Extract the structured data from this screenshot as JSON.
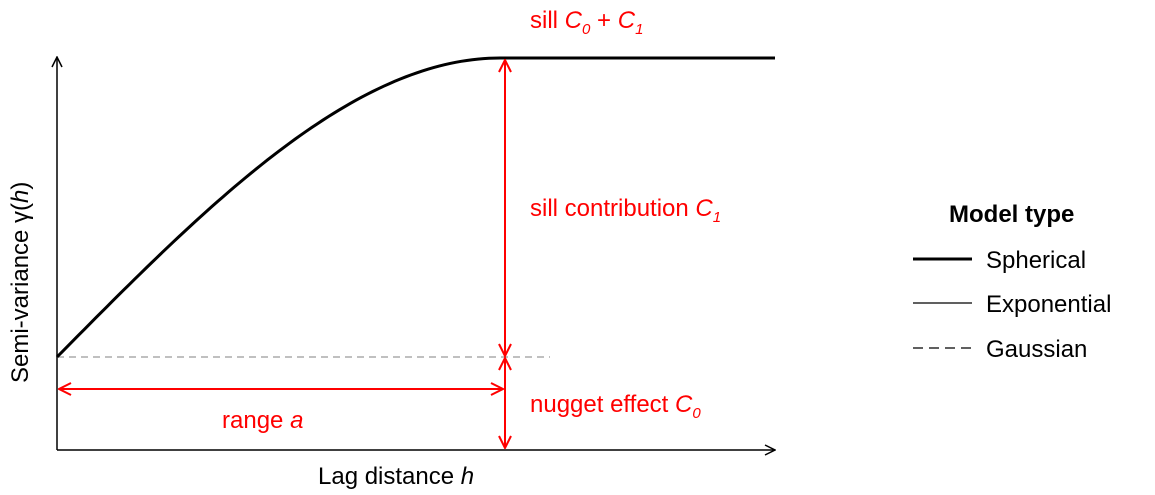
{
  "axes": {
    "x_label": {
      "text": "Lag distance ",
      "var": "h"
    },
    "y_label": {
      "text": "Semi-variance ",
      "symbol": "γ",
      "open": "(",
      "var": "h",
      "close": ")"
    }
  },
  "annotations": {
    "sill": {
      "prefix": "sill ",
      "c0": "C",
      "c0_sub": "0",
      "plus": " + ",
      "c1": "C",
      "c1_sub": "1"
    },
    "sill_contribution": {
      "prefix": "sill contribution ",
      "var": "C",
      "sub": "1"
    },
    "nugget": {
      "prefix": "nugget effect ",
      "var": "C",
      "sub": "0"
    },
    "range": {
      "prefix": "range ",
      "var": "a"
    }
  },
  "legend": {
    "title": "Model type",
    "items": [
      {
        "label": "Spherical",
        "style": "thick"
      },
      {
        "label": "Exponential",
        "style": "thin"
      },
      {
        "label": "Gaussian",
        "style": "dashed"
      }
    ]
  },
  "colors": {
    "annotation": "#ff0000",
    "curve": "#000000",
    "nugget_line": "#808080"
  }
}
